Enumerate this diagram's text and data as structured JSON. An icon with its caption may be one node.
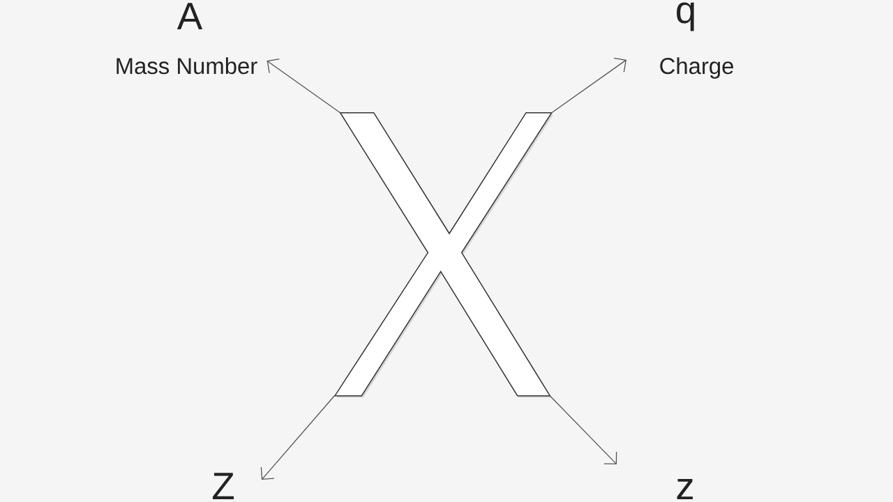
{
  "diagram": {
    "nodes": [
      {
        "text": [
          "A",
          "Mass Number"
        ]
      },
      {
        "text": [
          "q",
          "Charge"
        ]
      },
      {
        "text": [],
        "shape": "picture"
      },
      {
        "text": [
          "Z"
        ]
      },
      {
        "text": [
          "z"
        ]
      }
    ],
    "edges": [
      {
        "from": 2,
        "to": 0,
        "arrow": "to"
      },
      {
        "from": 2,
        "to": 1,
        "arrow": "to"
      },
      {
        "from": 2,
        "to": 3,
        "arrow": "to"
      },
      {
        "from": 2,
        "to": 4,
        "arrow": "to"
      }
    ]
  }
}
